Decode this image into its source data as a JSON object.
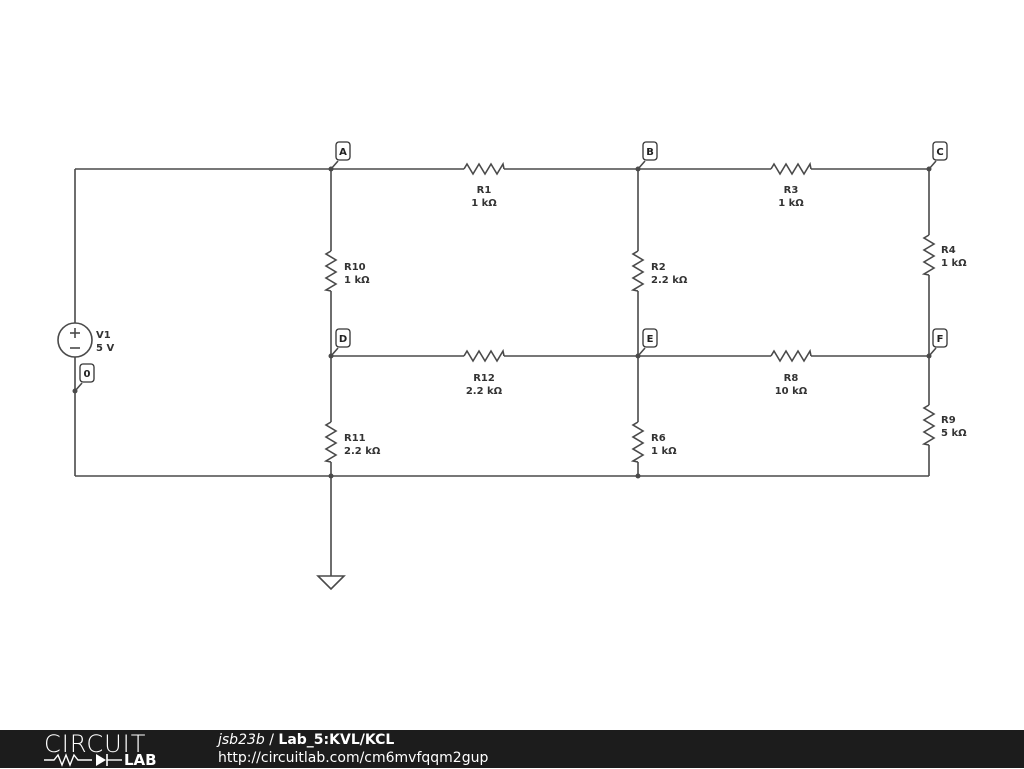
{
  "schematic": {
    "nodes": [
      "A",
      "B",
      "C",
      "D",
      "E",
      "F",
      "0"
    ],
    "source": {
      "name": "V1",
      "value": "5 V"
    },
    "resistors": [
      {
        "name": "R1",
        "value": "1 kΩ"
      },
      {
        "name": "R3",
        "value": "1 kΩ"
      },
      {
        "name": "R10",
        "value": "1 kΩ"
      },
      {
        "name": "R2",
        "value": "2.2 kΩ"
      },
      {
        "name": "R4",
        "value": "1 kΩ"
      },
      {
        "name": "R12",
        "value": "2.2 kΩ"
      },
      {
        "name": "R8",
        "value": "10 kΩ"
      },
      {
        "name": "R11",
        "value": "2.2 kΩ"
      },
      {
        "name": "R6",
        "value": "1 kΩ"
      },
      {
        "name": "R9",
        "value": "5 kΩ"
      }
    ]
  },
  "footer": {
    "logo_top": "CIRCUIT",
    "logo_bottom": "LAB",
    "user": "jsb23b",
    "separator": " / ",
    "project": "Lab_5:KVL/KCL",
    "url": "http://circuitlab.com/cm6mvfqqm2gup"
  }
}
